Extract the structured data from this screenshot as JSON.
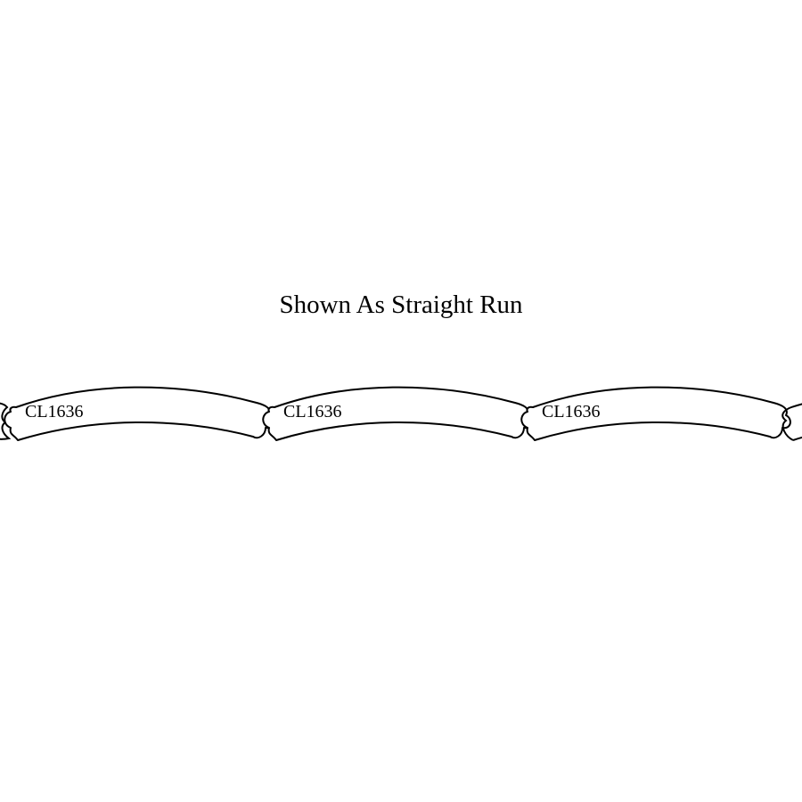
{
  "caption": "Shown As Straight Run",
  "segment_label": "CL1636",
  "segments": [
    {
      "label": "CL1636"
    },
    {
      "label": "CL1636"
    },
    {
      "label": "CL1636"
    }
  ],
  "colors": {
    "background": "#ffffff",
    "stroke": "#000000"
  }
}
